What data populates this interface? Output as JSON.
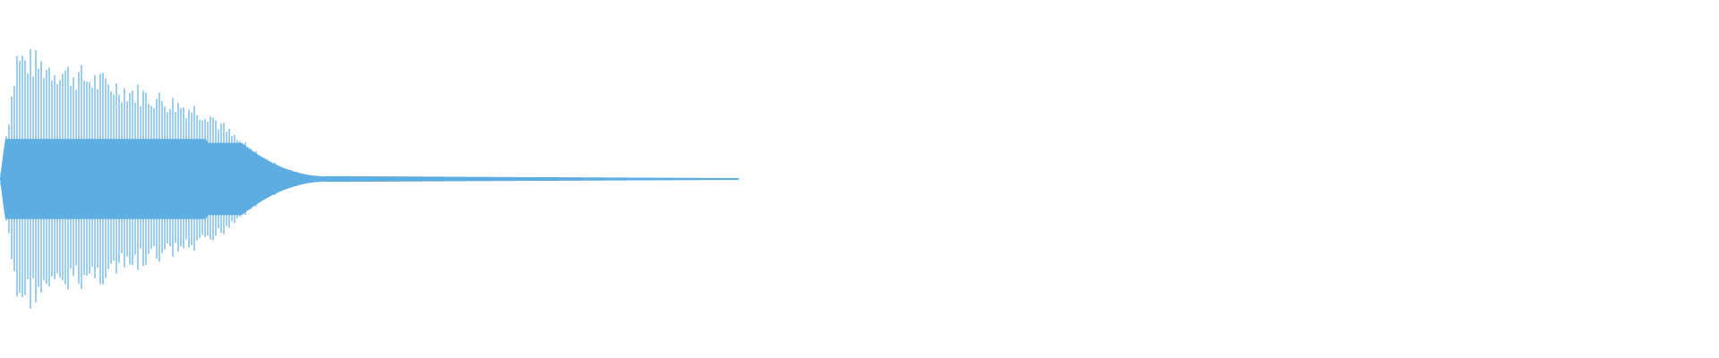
{
  "waveform": {
    "color": "#5dade2",
    "background": "#ffffff",
    "envelope": {
      "peak_amplitude": 0.95,
      "attack_fraction": 0.01,
      "sustain_end_fraction": 0.12,
      "decay_end_fraction": 0.19,
      "tail_end_fraction": 0.43,
      "tail_amplitude": 0.02,
      "core_amplitude": 0.28
    }
  }
}
